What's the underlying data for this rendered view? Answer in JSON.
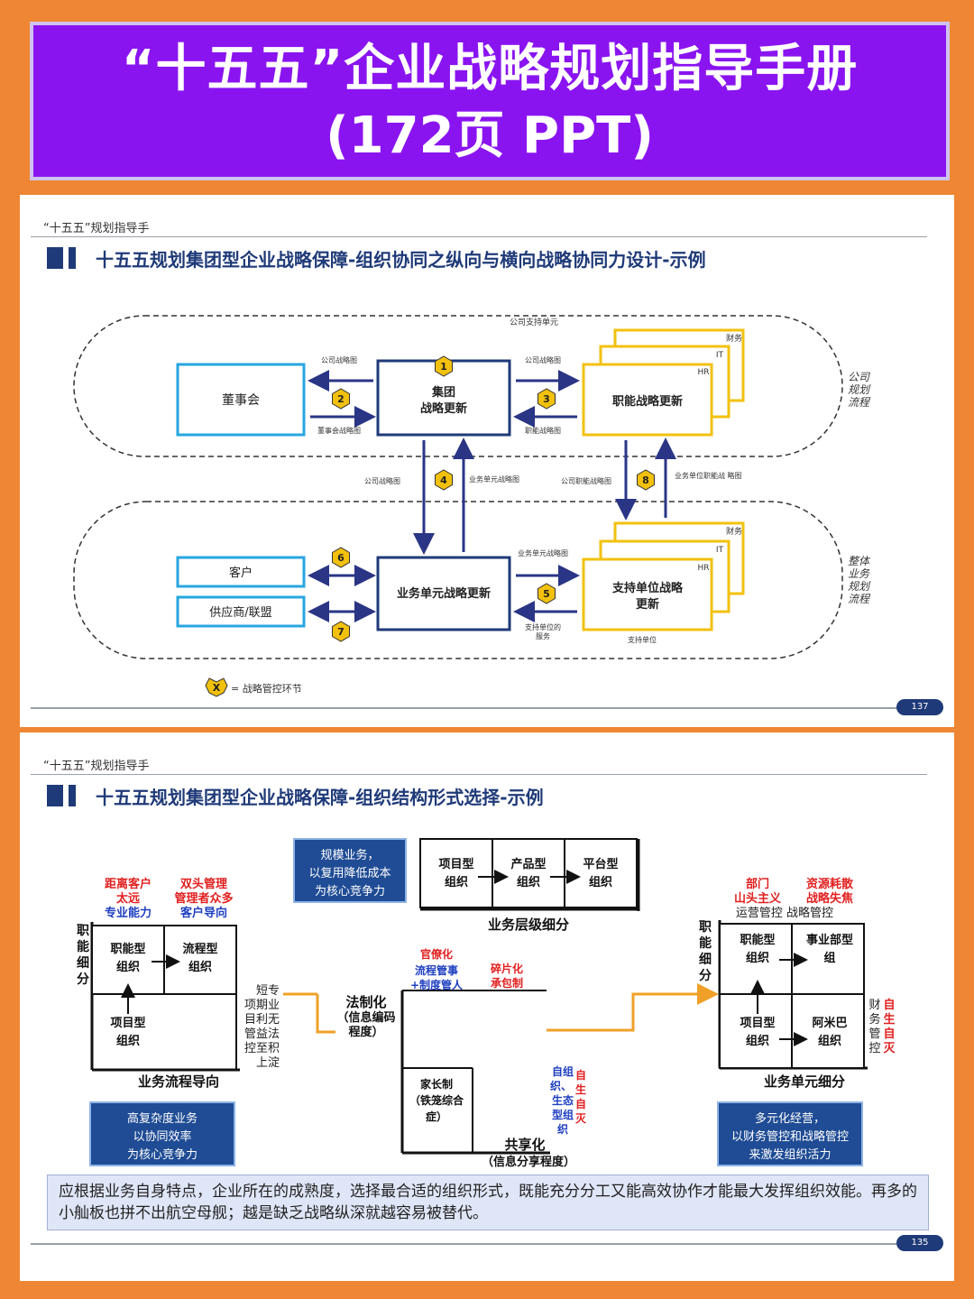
{
  "banner": {
    "line1": "“十五五”企业战略规划指导手册",
    "line2": "(172页 PPT)"
  },
  "slide1": {
    "header": "“十五五”规划指导手",
    "title": "十五五规划集团型企业战略保障-组织协同之纵向与横向战略协同力设计-示例",
    "page": "137",
    "top_label": "公司支持单元",
    "right_top": [
      "公司",
      "规划",
      "流程"
    ],
    "right_bottom": [
      "整体",
      "业务",
      "规划",
      "流程"
    ],
    "board": "董事会",
    "group": [
      "集团",
      "战略更新"
    ],
    "func": "职能战略更新",
    "bu": "业务单元战略更新",
    "support": [
      "支持单位战略",
      "更新"
    ],
    "customer": "客户",
    "supplier": "供应商/联盟",
    "stack_labels": [
      "财务",
      "IT",
      "HR"
    ],
    "lbl_company_map": "公司战略图",
    "lbl_board_map": "董事会战略图",
    "lbl_func_map": "职能战略图",
    "lbl_bu_map": "业务单元战略图",
    "lbl_company_func_map": "公司职能战略图",
    "lbl_bu_func_map": "业务单位职能战 略图",
    "lbl_support_service": [
      "支持单位的",
      "服务"
    ],
    "lbl_support_unit": "支持单位",
    "markers": [
      "1",
      "2",
      "3",
      "4",
      "5",
      "6",
      "7",
      "8"
    ],
    "legend_x": "X",
    "legend_text": "= 战略管控环节"
  },
  "slide2": {
    "header": "“十五五”规划指导手",
    "title": "十五五规划集团型企业战略保障-组织结构形式选择-示例",
    "page": "135",
    "box_scale": [
      "规模业务，",
      "以复用降低成本",
      "为核心竞争力"
    ],
    "box_complex": [
      "高复杂度业务",
      "以协同效率",
      "为核心竞争力"
    ],
    "box_diverse": [
      "多元化经营，",
      "以财务管控和战略管控",
      "来激发组织活力"
    ],
    "top_row": [
      [
        "项目型",
        "组织"
      ],
      [
        "产品型",
        "组织"
      ],
      [
        "平台型",
        "组织"
      ]
    ],
    "top_axis": "业务层级细分",
    "left_red1": [
      "距离客户",
      "太远"
    ],
    "left_red2": [
      "双头管理",
      "管理者众多"
    ],
    "left_blue1": "专业能力",
    "left_blue2": "客户导向",
    "left_axis_v": [
      "职",
      "能",
      "细",
      "分"
    ],
    "left_cells": [
      [
        "职能型",
        "组织"
      ],
      [
        "流程型",
        "组织"
      ],
      [
        "项目型",
        "组织"
      ]
    ],
    "left_side": [
      "短专",
      "项期业",
      "目利无",
      "管益法",
      "控至积",
      "上淀"
    ],
    "left_axis_h": "业务流程导向",
    "center_label": [
      "法制化",
      "（信息编码",
      "程度）"
    ],
    "c_red1": "官僚化",
    "c_blue1": [
      "流程管事",
      "+制度管人"
    ],
    "c_red2": [
      "碎片化",
      "承包制"
    ],
    "c_cell": [
      "家长制",
      "（铁笼综合",
      "症）"
    ],
    "c_blue2": [
      "自组",
      "织、",
      "生态",
      "型组",
      "织"
    ],
    "c_red3": [
      "自",
      "生",
      "自",
      "灭"
    ],
    "c_axis_h": [
      "共享化",
      "（信息分享程度）"
    ],
    "right_red1": [
      "部门",
      "山头主义"
    ],
    "right_red2": [
      "资源耗散",
      "战略失焦"
    ],
    "right_note": "运营管控 战略管控",
    "right_axis_v": [
      "职",
      "能",
      "细",
      "分"
    ],
    "right_cells": [
      [
        "职能型",
        "组织"
      ],
      [
        "事业部型",
        "组"
      ],
      [
        "项目型",
        "组织"
      ],
      [
        "阿米巴",
        "组织"
      ]
    ],
    "right_side_black": [
      "财",
      "务",
      "管",
      "控"
    ],
    "right_side_red": [
      "自",
      "生",
      "自",
      "灭"
    ],
    "right_axis_h": "业务单元细分",
    "note": "应根据业务自身特点，企业所在的成熟度，选择最合适的组织形式，既能充分分工又能高效协作才能最大发挥组织效能。再多的小舢板也拼不出航空母舰；越是缺乏战略纵深就越容易被替代。"
  }
}
